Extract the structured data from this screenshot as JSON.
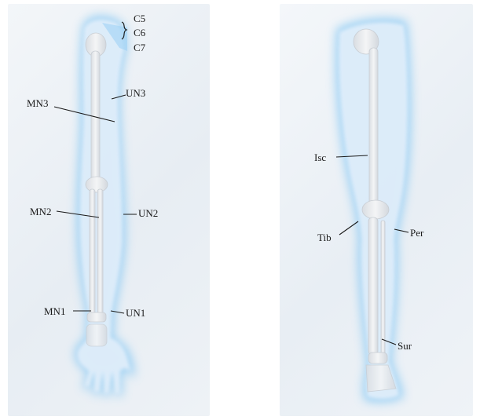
{
  "arm": {
    "roots": [
      "C5",
      "C6",
      "C7"
    ],
    "labels": {
      "mn3": "MN3",
      "un3": "UN3",
      "mn2": "MN2",
      "un2": "UN2",
      "mn1": "MN1",
      "un1": "UN1"
    }
  },
  "leg": {
    "labels": {
      "isc": "Isc",
      "tib": "Tib",
      "per": "Per",
      "sur": "Sur"
    }
  },
  "colors": {
    "limb_glow": "#5fb8f2",
    "limb_fill": "#dcebf8",
    "bone": "#eceef0",
    "label_line": "#1a1a1a"
  }
}
